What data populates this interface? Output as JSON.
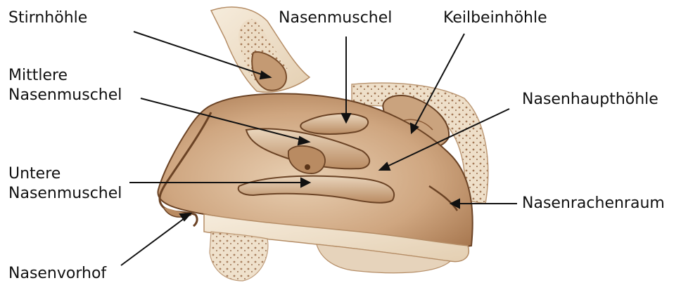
{
  "colors": {
    "tissue_light": "#e9d6bf",
    "tissue_mid": "#c9a27a",
    "tissue_dark": "#8a5a36",
    "bone": "#f3e8d6",
    "outline": "#6b4325",
    "leader": "#111111",
    "text": "#111111"
  },
  "labels": {
    "stirnhoehle": "Stirnhöhle",
    "nasenmuschel": "Nasenmuschel",
    "keilbeinhoehle": "Keilbeinhöhle",
    "mittlere_line1": "Mittlere",
    "mittlere_line2": "Nasenmuschel",
    "nasenhaupthoehle": "Nasenhaupthöhle",
    "untere_line1": "Untere",
    "untere_line2": "Nasenmuschel",
    "nasenrachenraum": "Nasenrachenraum",
    "nasenvorhof": "Nasenvorhof"
  }
}
